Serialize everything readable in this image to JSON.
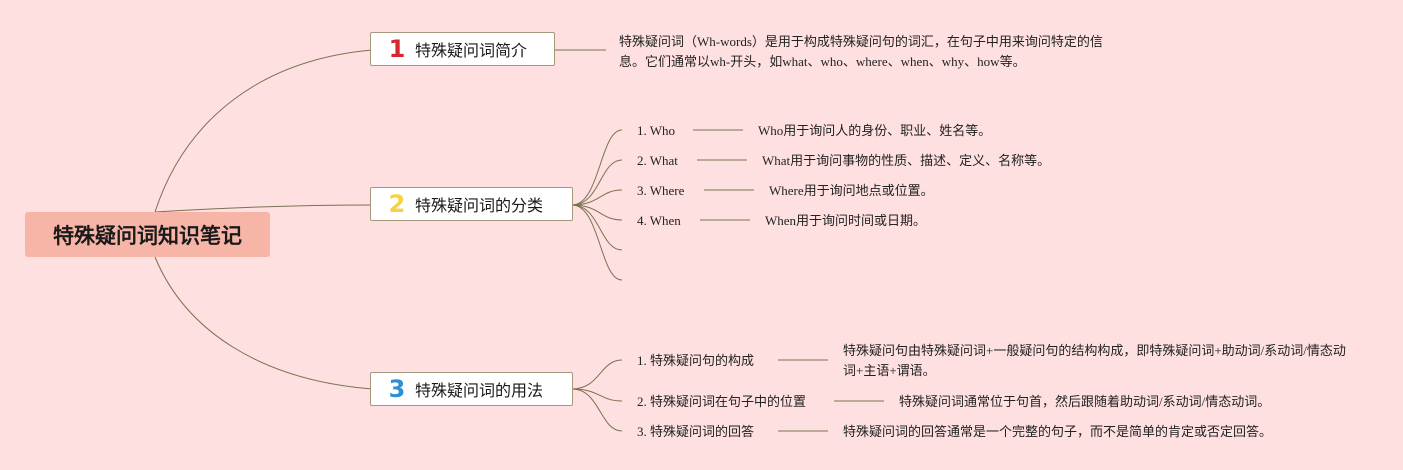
{
  "root": {
    "title": "特殊疑问词知识笔记"
  },
  "branches": [
    {
      "number": "1",
      "color": "#d9262e",
      "title": "特殊疑问词简介",
      "note": "特殊疑问词（Wh-words）是用于构成特殊疑问句的词汇，在句子中用来询问特定的信息。它们通常以wh-开头，如what、who、where、when、why、how等。"
    },
    {
      "number": "2",
      "color": "#f5d33c",
      "title": "特殊疑问词的分类",
      "items": [
        {
          "label": "1. Who",
          "desc": "Who用于询问人的身份、职业、姓名等。"
        },
        {
          "label": "2. What",
          "desc": "What用于询问事物的性质、描述、定义、名称等。"
        },
        {
          "label": "3. Where",
          "desc": "Where用于询问地点或位置。"
        },
        {
          "label": "4. When",
          "desc": "When用于询问时间或日期。"
        }
      ]
    },
    {
      "number": "3",
      "color": "#2e8fd6",
      "title": "特殊疑问词的用法",
      "items": [
        {
          "label": "1. 特殊疑问句的构成",
          "desc": "特殊疑问句由特殊疑问词+一般疑问句的结构构成，即特殊疑问词+助动词/系动词/情态动词+主语+谓语。"
        },
        {
          "label": "2. 特殊疑问词在句子中的位置",
          "desc": "特殊疑问词通常位于句首，然后跟随着助动词/系动词/情态动词。"
        },
        {
          "label": "3. 特殊疑问词的回答",
          "desc": "特殊疑问词的回答通常是一个完整的句子，而不是简单的肯定或否定回答。"
        }
      ]
    }
  ]
}
